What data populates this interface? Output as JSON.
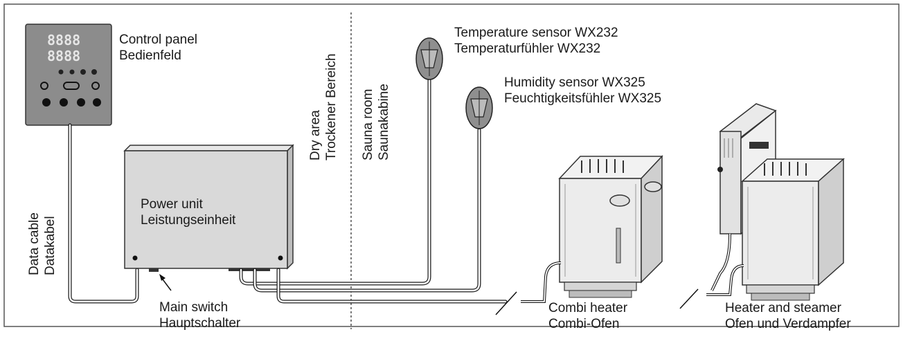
{
  "labels": {
    "control_panel": {
      "en": "Control panel",
      "de": "Bedienfeld"
    },
    "data_cable": {
      "en": "Data cable",
      "de": "Datakabel"
    },
    "power_unit": {
      "en": "Power unit",
      "de": "Leistungseinheit"
    },
    "main_switch": {
      "en": "Main switch",
      "de": "Hauptschalter"
    },
    "dry_area": {
      "en": "Dry area",
      "de": "Trockener Bereich"
    },
    "sauna_room": {
      "en": "Sauna room",
      "de": "Saunakabine"
    },
    "temperature_sensor": {
      "en": "Temperature sensor WX232",
      "de": "Temperaturfühler WX232"
    },
    "humidity_sensor": {
      "en": "Humidity sensor WX325",
      "de": "Feuchtigkeitsfühler WX325"
    },
    "combi_heater": {
      "en": "Combi heater",
      "de": "Combi-Ofen"
    },
    "heater_steamer": {
      "en": "Heater and steamer",
      "de": "Ofen und Verdampfer"
    }
  },
  "display": {
    "row1": "8888",
    "row2": "8888"
  },
  "colors": {
    "line": "#1a1a1a",
    "panel": "#8c8c8c",
    "unit": "#d9d9d9",
    "sensor": "#8f8f8f"
  }
}
